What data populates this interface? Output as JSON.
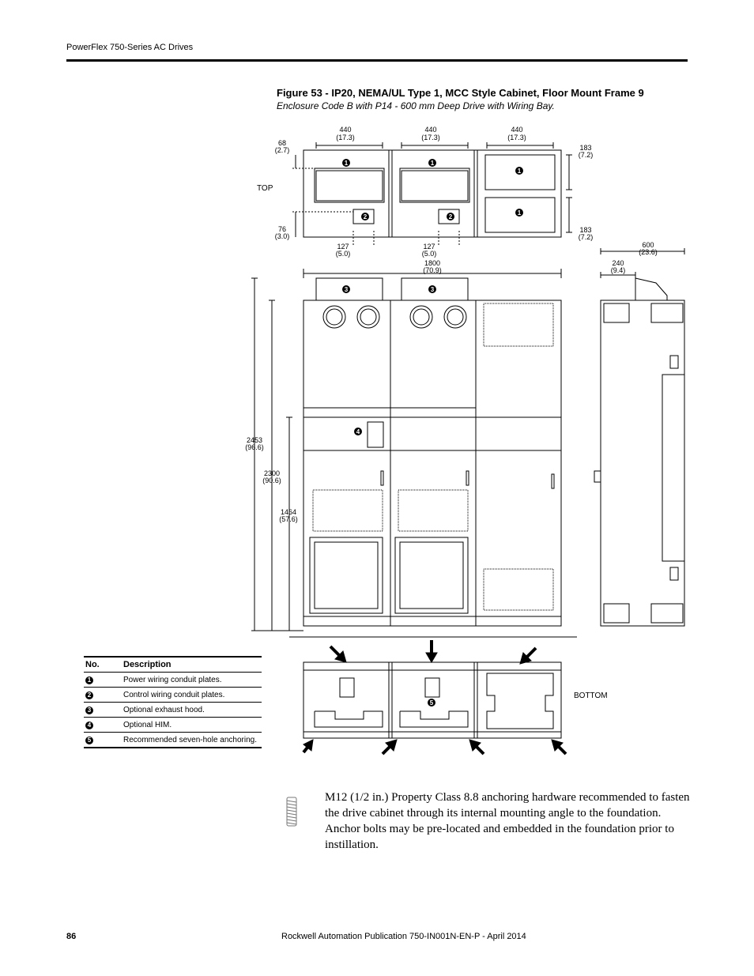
{
  "header": {
    "title": "PowerFlex 750-Series AC Drives"
  },
  "figure": {
    "title": "Figure 53 - IP20, NEMA/UL Type 1, MCC Style Cabinet, Floor Mount Frame 9",
    "subtitle": "Enclosure Code B with P14 - 600 mm Deep Drive with Wiring Bay."
  },
  "views": {
    "top": "TOP",
    "bottom": "BOTTOM"
  },
  "dimensions": {
    "d440a": "440",
    "d440a_in": "(17.3)",
    "d440b": "440",
    "d440b_in": "(17.3)",
    "d440c": "440",
    "d440c_in": "(17.3)",
    "d68": "68",
    "d68_in": "(2.7)",
    "d76": "76",
    "d76_in": "(3.0)",
    "d183a": "183",
    "d183a_in": "(7.2)",
    "d183b": "183",
    "d183b_in": "(7.2)",
    "d127a": "127",
    "d127a_in": "(5.0)",
    "d127b": "127",
    "d127b_in": "(5.0)",
    "d1800": "1800",
    "d1800_in": "(70.9)",
    "d600": "600",
    "d600_in": "(23.6)",
    "d240": "240",
    "d240_in": "(9.4)",
    "d2453": "2453",
    "d2453_in": "(96.6)",
    "d2300": "2300",
    "d2300_in": "(90.6)",
    "d1464": "1464",
    "d1464_in": "(57.6)"
  },
  "callouts": [
    "1",
    "2",
    "3",
    "4",
    "5"
  ],
  "legend": {
    "col_no": "No.",
    "col_desc": "Description",
    "rows": [
      {
        "no": "1",
        "desc": "Power wiring conduit plates."
      },
      {
        "no": "2",
        "desc": "Control wiring conduit plates."
      },
      {
        "no": "3",
        "desc": "Optional exhaust hood."
      },
      {
        "no": "4",
        "desc": "Optional HIM."
      },
      {
        "no": "5",
        "desc": "Recommended seven-hole anchoring."
      }
    ]
  },
  "note": {
    "icon": "anchor-bolt-icon",
    "text": "M12 (1/2 in.) Property Class 8.8 anchoring hardware recommended to fasten the drive cabinet through its internal mounting angle to the foundation. Anchor bolts may be pre-located and embedded in the foundation prior to instillation."
  },
  "footer": {
    "page": "86",
    "publication": "Rockwell Automation Publication 750-IN001N-EN-P - April 2014"
  }
}
